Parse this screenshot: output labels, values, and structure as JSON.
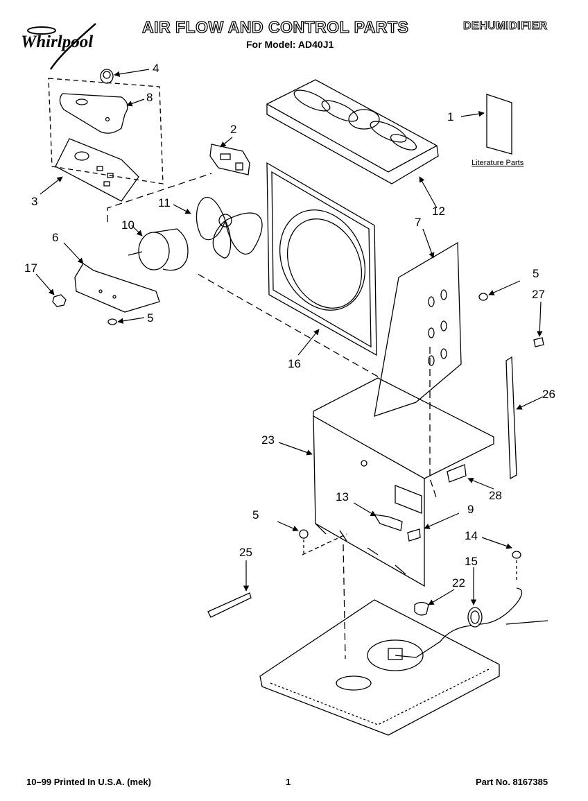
{
  "header": {
    "brand": "Whirlpool",
    "title": "AIR FLOW AND CONTROL PARTS",
    "category": "DEHUMIDIFIER",
    "model_line": "For Model: AD40J1"
  },
  "footer": {
    "print_info": "10–99 Printed In U.S.A. (mek)",
    "page_number": "1",
    "part_number": "Part No. 8167385"
  },
  "literature_label": "Literature Parts",
  "callouts": [
    {
      "id": "c1",
      "label": "1"
    },
    {
      "id": "c2",
      "label": "2"
    },
    {
      "id": "c3",
      "label": "3"
    },
    {
      "id": "c4",
      "label": "4"
    },
    {
      "id": "c5a",
      "label": "5"
    },
    {
      "id": "c5b",
      "label": "5"
    },
    {
      "id": "c5c",
      "label": "5"
    },
    {
      "id": "c6",
      "label": "6"
    },
    {
      "id": "c7",
      "label": "7"
    },
    {
      "id": "c8",
      "label": "8"
    },
    {
      "id": "c9",
      "label": "9"
    },
    {
      "id": "c10",
      "label": "10"
    },
    {
      "id": "c11",
      "label": "11"
    },
    {
      "id": "c12",
      "label": "12"
    },
    {
      "id": "c13",
      "label": "13"
    },
    {
      "id": "c14",
      "label": "14"
    },
    {
      "id": "c15",
      "label": "15"
    },
    {
      "id": "c16",
      "label": "16"
    },
    {
      "id": "c17",
      "label": "17"
    },
    {
      "id": "c22",
      "label": "22"
    },
    {
      "id": "c23",
      "label": "23"
    },
    {
      "id": "c25",
      "label": "25"
    },
    {
      "id": "c26",
      "label": "26"
    },
    {
      "id": "c27",
      "label": "27"
    },
    {
      "id": "c28",
      "label": "28"
    }
  ]
}
